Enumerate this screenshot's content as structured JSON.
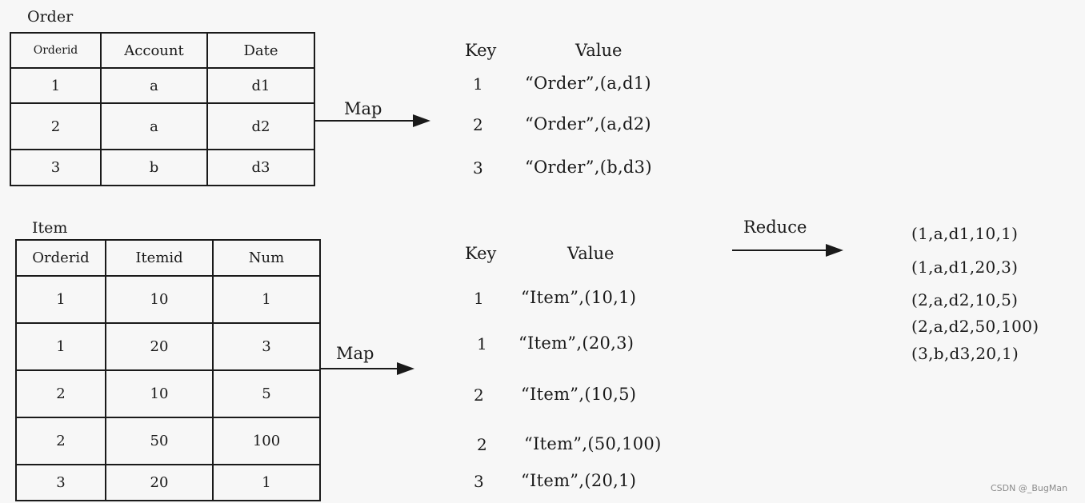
{
  "order_table": {
    "caption": "Order",
    "headers": [
      "Orderid",
      "Account",
      "Date"
    ],
    "rows": [
      [
        "1",
        "a",
        "d1"
      ],
      [
        "2",
        "a",
        "d2"
      ],
      [
        "3",
        "b",
        "d3"
      ]
    ]
  },
  "item_table": {
    "caption": "Item",
    "headers": [
      "Orderid",
      "Itemid",
      "Num"
    ],
    "rows": [
      [
        "1",
        "10",
        "1"
      ],
      [
        "1",
        "20",
        "3"
      ],
      [
        "2",
        "10",
        "5"
      ],
      [
        "2",
        "50",
        "100"
      ],
      [
        "3",
        "20",
        "1"
      ]
    ]
  },
  "arrows": {
    "map_label": "Map",
    "reduce_label": "Reduce"
  },
  "order_map_output": {
    "key_header": "Key",
    "value_header": "Value",
    "pairs": [
      {
        "key": "1",
        "value": "“Order”,(a,d1)"
      },
      {
        "key": "2",
        "value": "“Order”,(a,d2)"
      },
      {
        "key": "3",
        "value": "“Order”,(b,d3)"
      }
    ]
  },
  "item_map_output": {
    "key_header": "Key",
    "value_header": "Value",
    "pairs": [
      {
        "key": "1",
        "value": "“Item”,(10,1)"
      },
      {
        "key": "1",
        "value": "“Item”,(20,3)"
      },
      {
        "key": "2",
        "value": "“Item”,(10,5)"
      },
      {
        "key": "2",
        "value": "“Item”,(50,100)"
      },
      {
        "key": "3",
        "value": "“Item”,(20,1)"
      }
    ]
  },
  "reduce_output": [
    "(1,a,d1,10,1)",
    "(1,a,d1,20,3)",
    "(2,a,d2,10,5)",
    "(2,a,d2,50,100)",
    "(3,b,d3,20,1)"
  ],
  "watermark": "CSDN @_BugMan"
}
